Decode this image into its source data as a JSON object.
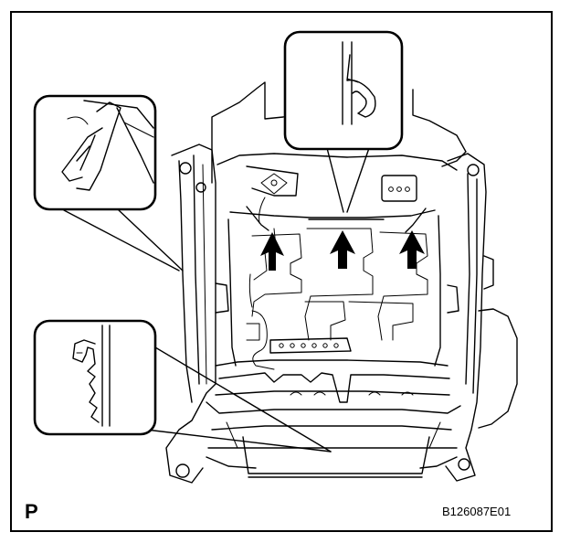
{
  "figure": {
    "view_label": "P",
    "figure_code": "B126087E01"
  },
  "callouts": [
    {
      "shape": "clip-detail-angled"
    },
    {
      "shape": "hook-detail"
    },
    {
      "shape": "claw-detail"
    }
  ],
  "arrows": {
    "count": 3,
    "direction": "up"
  },
  "icons": [
    "clip-callout-icon",
    "hook-callout-icon",
    "claw-callout-icon",
    "arrow-up-icon"
  ]
}
